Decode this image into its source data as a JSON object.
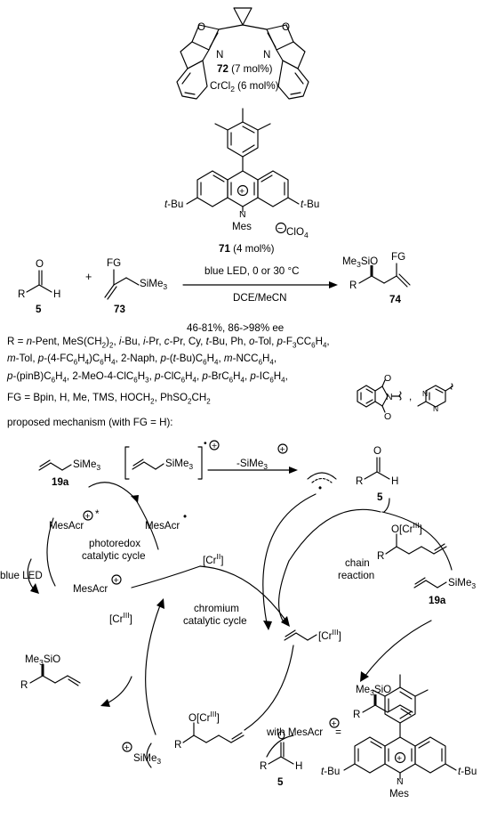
{
  "catalysts": {
    "ligand_label_num": "72",
    "ligand_label_rest": " (7 mol%)",
    "chromium_salt": "CrCl",
    "chromium_sub": "2",
    "chromium_rest": " (6 mol%)",
    "photocat_num": "71",
    "photocat_rest": " (4 mol%)",
    "tbu": "t-Bu",
    "mes": "Mes",
    "perchlorate": "ClO",
    "perchlorate_sub": "4",
    "minus": "−",
    "plus": "+"
  },
  "reaction": {
    "aldehyde_R": "R",
    "aldehyde_O": "O",
    "aldehyde_H": "H",
    "aldehyde_num": "5",
    "plus": "+",
    "allyl_FG": "FG",
    "allyl_SiMe3": "SiMe",
    "allyl_sub": "3",
    "allyl_num": "73",
    "conditions_top": "blue LED, 0 or 30 °C",
    "conditions_bottom": "DCE/MeCN",
    "product_Me3SiO": "Me",
    "product_num": "74",
    "yield": "46-81%, 86->98% ee"
  },
  "scope": {
    "r_line1": "R = n-Pent, MeS(CH2)2, i-Bu, i-Pr, c-Pr, Cy, t-Bu, Ph, o-Tol, p-F3CC6H4,",
    "r_line2": "m-Tol, p-(4-FC6H4)C6H4, 2-Naph, p-(t-Bu)C6H4, m-NCC6H4,",
    "r_line3": "p-(pinB)C6H4, 2-MeO-4-ClC6H3, p-ClC6H4, p-BrC6H4, p-IC6H4,",
    "fg_line": "FG = Bpin, H, Me, TMS, HOCH2, PhSO2CH2"
  },
  "mechanism": {
    "title": "proposed mechanism (with FG = H):",
    "allylsilane": "SiMe",
    "allylsilane_sub": "3",
    "allylsilane_num": "19a",
    "radical_cation_label": "SiMe",
    "loss_label": "-SiMe",
    "mesacr_excited": "MesAcr",
    "mesacr_radical": "MesAcr",
    "mesacr_cation": "MesAcr",
    "photoredox_label_1": "photoredox",
    "photoredox_label_2": "catalytic cycle",
    "blue_led": "blue LED",
    "cr2": "[Cr",
    "cr2_sup": "II",
    "cr3": "[Cr",
    "cr3_sup": "III",
    "chromium_label_1": "chromium",
    "chromium_label_2": "catalytic cycle",
    "chain_label_1": "chain",
    "chain_label_2": "reaction",
    "alkoxide": "O[Cr",
    "silyl_ether": "Me",
    "tms_cation": "SiMe",
    "with_mesacr": "with MesAcr",
    "equals": "="
  }
}
